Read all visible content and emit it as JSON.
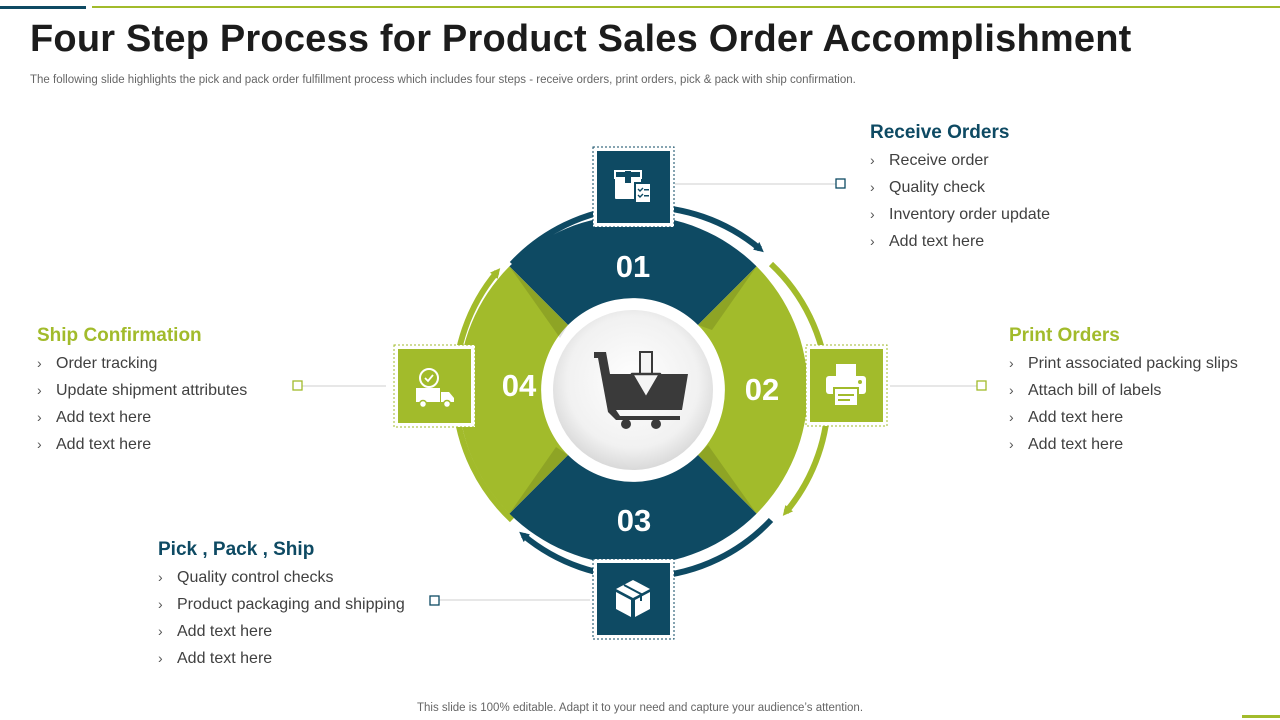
{
  "title": "Four Step Process for Product Sales Order Accomplishment",
  "subtitle": "The following slide highlights the pick and pack order fulfillment process which includes four steps  - receive orders, print orders, pick & pack with ship confirmation.",
  "footer": "This slide is 100% editable. Adapt it to your need and capture your audience’s attention.",
  "colors": {
    "dark_blue": "#0e4a63",
    "green": "#a2bb2b"
  },
  "center_icon": "shopping-cart-download-icon",
  "steps": [
    {
      "number": "01",
      "title": "Receive Orders",
      "icon": "package-checklist-icon",
      "items": [
        "Receive order",
        "Quality check",
        "Inventory  order update",
        "Add text here"
      ]
    },
    {
      "number": "02",
      "title": "Print Orders",
      "icon": "printer-icon",
      "items": [
        "Print associated packing slips",
        "Attach bill of labels",
        "Add text here",
        "Add text here"
      ]
    },
    {
      "number": "03",
      "title": "Pick , Pack , Ship",
      "icon": "box-icon",
      "items": [
        "Quality  control checks",
        "Product packaging and shipping",
        "Add text here",
        "Add text here"
      ]
    },
    {
      "number": "04",
      "title": "Ship Confirmation",
      "icon": "delivery-truck-icon",
      "items": [
        "Order tracking",
        "Update shipment attributes",
        "Add text here",
        "Add text here"
      ]
    }
  ]
}
